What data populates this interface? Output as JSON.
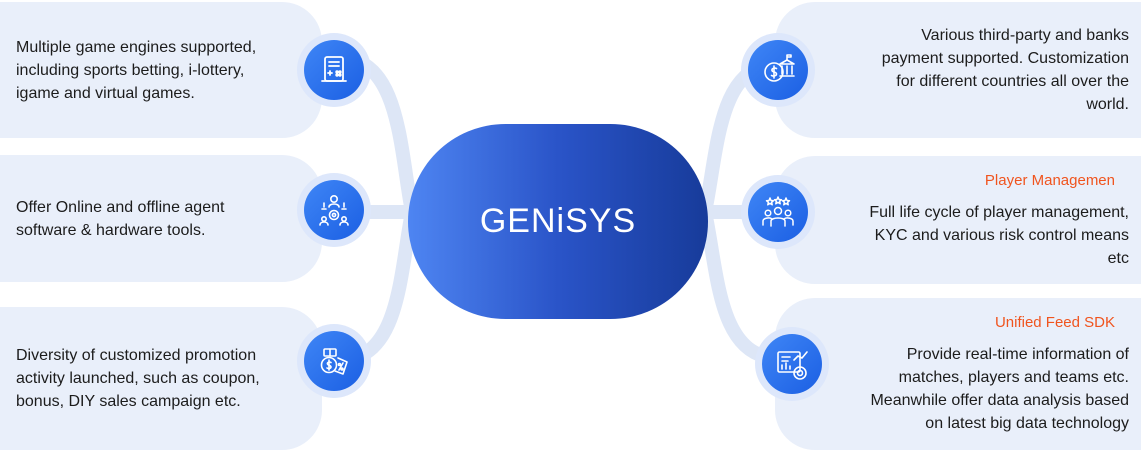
{
  "hub": {
    "label": "GENiSYS"
  },
  "left_items": [
    {
      "text": "Multiple game engines supported, including sports betting, i-lottery, igame and virtual games.",
      "icon": "lottery-terminal-icon"
    },
    {
      "text": "Offer Online and offline agent software & hardware tools.",
      "icon": "agent-tools-icon"
    },
    {
      "text": "Diversity of customized promotion activity launched, such as coupon, bonus, DIY sales campaign etc.",
      "icon": "promotion-coupon-icon"
    }
  ],
  "right_items": [
    {
      "title": "",
      "text": "Various third-party and banks payment supported. Customization for different countries all over the world.",
      "icon": "payment-bank-icon"
    },
    {
      "title": "Player Managemen",
      "text": "Full life cycle of player management, KYC and various risk control means etc",
      "icon": "player-group-icon"
    },
    {
      "title": "Unified Feed SDK",
      "text": "Provide real-time information of matches, players and teams etc. Meanwhile offer data analysis based on latest big data technology",
      "icon": "data-feed-icon"
    }
  ],
  "colors": {
    "card_bg": "#e9effa",
    "accent_orange": "#f0541e",
    "icon_blue": "#2f73ee",
    "hub_start": "#4e85f2",
    "hub_end": "#173b9a",
    "connector": "#dde6f6"
  }
}
